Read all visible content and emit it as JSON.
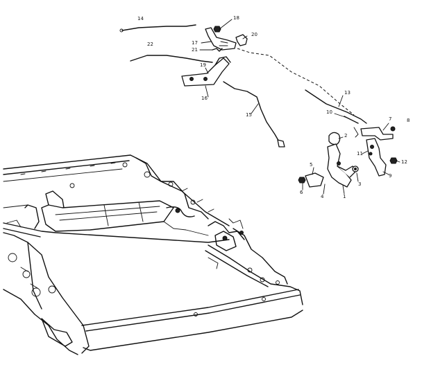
{
  "callouts": [
    {
      "id": "c14",
      "text": "14"
    },
    {
      "id": "c18",
      "text": "18"
    },
    {
      "id": "c17",
      "text": "17"
    },
    {
      "id": "c20",
      "text": "20"
    },
    {
      "id": "c21",
      "text": "21"
    },
    {
      "id": "c22",
      "text": "22"
    },
    {
      "id": "c19",
      "text": "19"
    },
    {
      "id": "c16",
      "text": "16"
    },
    {
      "id": "c15",
      "text": "15"
    },
    {
      "id": "c13",
      "text": "13"
    },
    {
      "id": "c10",
      "text": "10"
    },
    {
      "id": "c7",
      "text": "7"
    },
    {
      "id": "c8",
      "text": "8"
    },
    {
      "id": "c2",
      "text": "2"
    },
    {
      "id": "c11",
      "text": "11"
    },
    {
      "id": "c12",
      "text": "12"
    },
    {
      "id": "c9",
      "text": "9"
    },
    {
      "id": "c5",
      "text": "5"
    },
    {
      "id": "c6",
      "text": "6"
    },
    {
      "id": "c4",
      "text": "4"
    },
    {
      "id": "c1",
      "text": "1"
    },
    {
      "id": "c3",
      "text": "3"
    }
  ]
}
